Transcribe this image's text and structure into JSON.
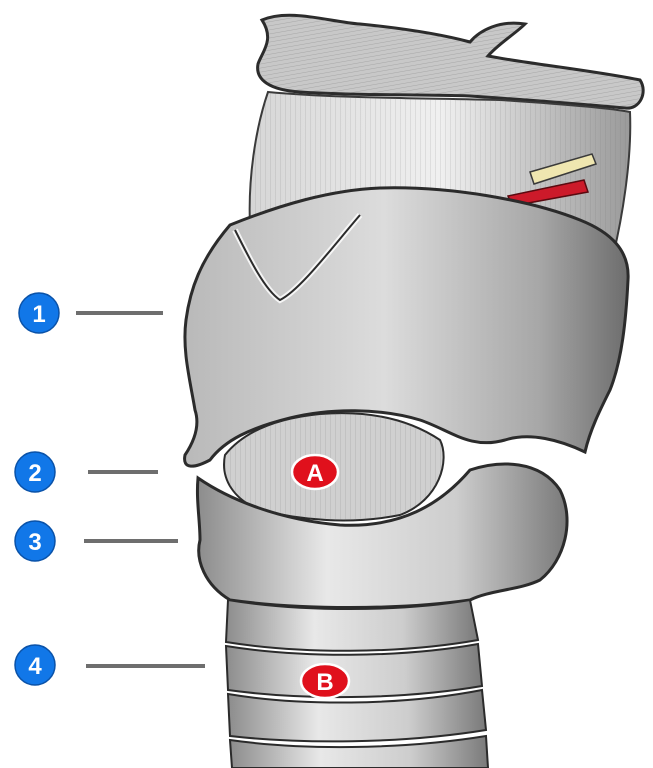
{
  "diagram": {
    "subject": "larynx-anterior-view",
    "number_badges": [
      {
        "id": "1",
        "color": "#1177e8"
      },
      {
        "id": "2",
        "color": "#1177e8"
      },
      {
        "id": "3",
        "color": "#1177e8"
      },
      {
        "id": "4",
        "color": "#1177e8"
      }
    ],
    "letter_badges": [
      {
        "id": "A",
        "color": "#e0101c"
      },
      {
        "id": "B",
        "color": "#e0101c"
      }
    ],
    "colors": {
      "leader_line": "#6e6e6e",
      "nerve": "#efe6b0",
      "artery": "#cc1a2a",
      "cartilage_fill": "#cfcfcf",
      "cartilage_outline": "#2b2b2b"
    }
  }
}
